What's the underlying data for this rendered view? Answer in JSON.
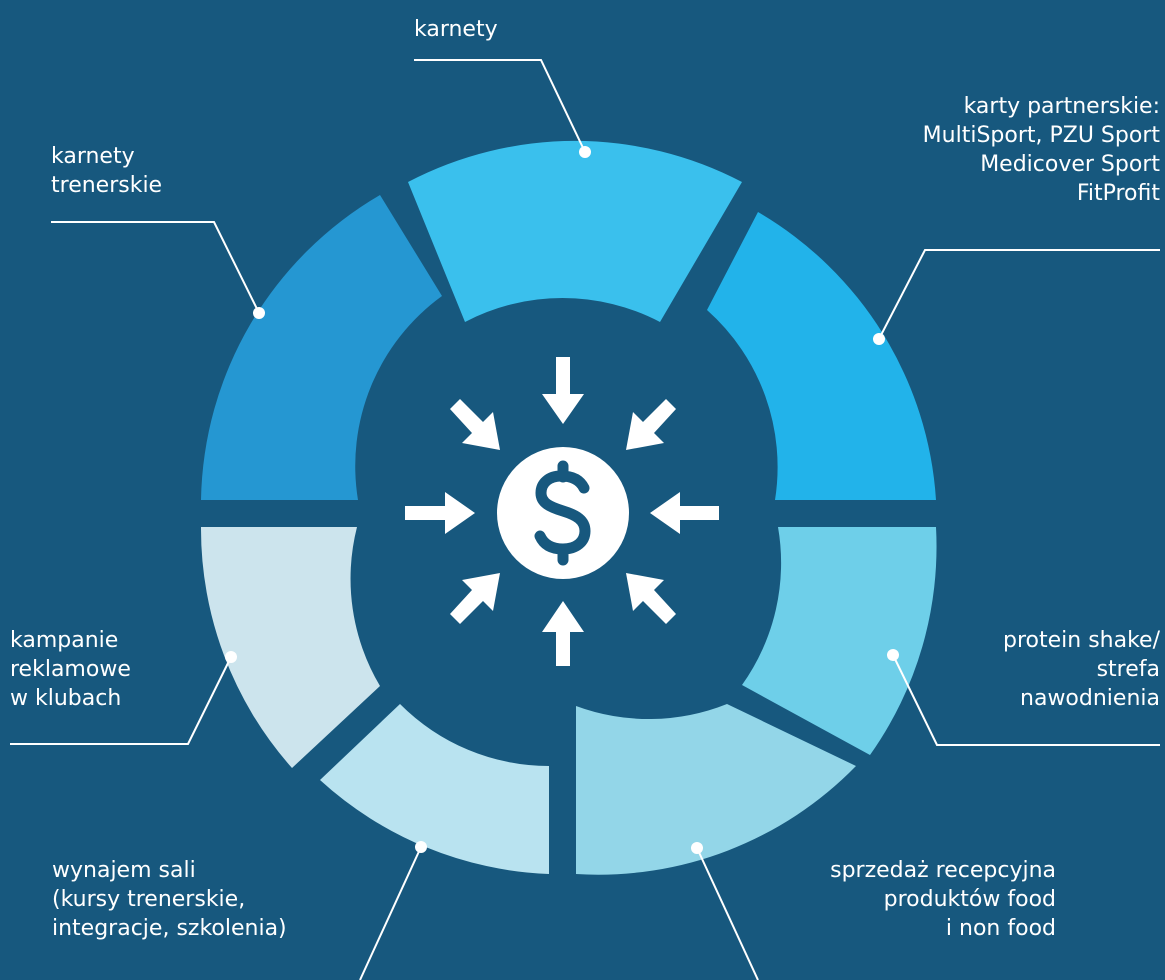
{
  "diagram": {
    "colors": {
      "background": "#17587e",
      "segment_top": "#3ac0ed",
      "segment_top_right": "#22b3ea",
      "segment_top_left": "#2597d2",
      "segment_right": "#6ecfe9",
      "segment_bottom_right": "#93d6e8",
      "segment_bottom_left": "#b9e3f0",
      "segment_left": "#cce4ed",
      "center_icon": "#ffffff",
      "leader_lines": "#ffffff"
    },
    "center": {
      "icon": "dollar-coin-icon",
      "arrows": "inward-arrows-icon"
    },
    "labels": {
      "karnety": [
        "karnety"
      ],
      "karty": [
        "karty partnerskie:",
        "MultiSport, PZU Sport",
        "Medicover Sport",
        "FitProfit"
      ],
      "trenerskie": [
        "karnety",
        "trenerskie"
      ],
      "shake": [
        "protein shake/",
        "strefa",
        "nawodnienia"
      ],
      "kampanie": [
        "kampanie",
        "reklamowe",
        "w klubach"
      ],
      "wynajem": [
        "wynajem sali",
        "(kursy trenerskie,",
        "integracje, szkolenia)"
      ],
      "sprzedaz": [
        "sprzedaż recepcyjna",
        "produktów food",
        "i non food"
      ]
    }
  }
}
